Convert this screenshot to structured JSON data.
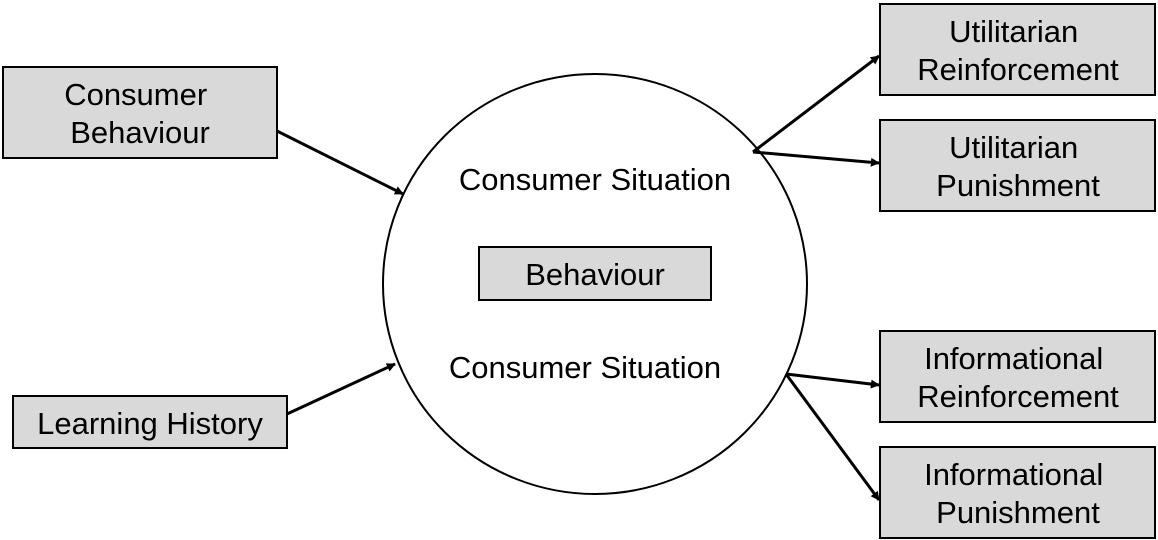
{
  "diagram": {
    "inputs": {
      "consumer_behaviour": [
        "Consumer",
        "Behaviour"
      ],
      "learning_history": "Learning History"
    },
    "center": {
      "situation_top": "Consumer Situation",
      "behaviour": "Behaviour",
      "situation_bottom": "Consumer Situation"
    },
    "outputs": {
      "utilitarian_reinforcement": [
        "Utilitarian",
        "Reinforcement"
      ],
      "utilitarian_punishment": [
        "Utilitarian",
        "Punishment"
      ],
      "informational_reinforcement": [
        "Informational",
        "Reinforcement"
      ],
      "informational_punishment": [
        "Informational",
        "Punishment"
      ]
    }
  },
  "colors": {
    "box_fill": "#d9d9d9",
    "stroke": "#000000",
    "circle_fill": "#ffffff"
  }
}
